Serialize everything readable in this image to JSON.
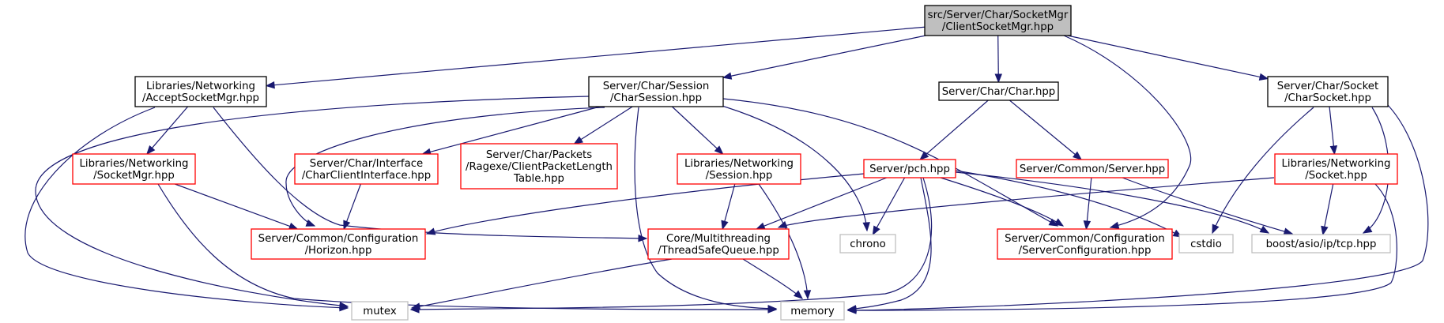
{
  "diagram": {
    "colors": {
      "edge": "#191970",
      "root_fill": "#bfbfbf",
      "root_border": "#000000",
      "doc_border": "#000000",
      "nodoc_border": "#ff0000",
      "external_border": "#bfbfbf",
      "text": "#000000"
    },
    "nodes": [
      {
        "id": "root",
        "kind": "root",
        "lines": [
          "src/Server/Char/SocketMgr",
          "/ClientSocketMgr.hpp"
        ]
      },
      {
        "id": "asm",
        "kind": "doc",
        "lines": [
          "Libraries/Networking",
          "/AcceptSocketMgr.hpp"
        ]
      },
      {
        "id": "cs",
        "kind": "doc",
        "lines": [
          "Server/Char/Session",
          "/CharSession.hpp"
        ]
      },
      {
        "id": "char",
        "kind": "doc",
        "lines": [
          "Server/Char/Char.hpp"
        ]
      },
      {
        "id": "csock",
        "kind": "doc",
        "lines": [
          "Server/Char/Socket",
          "/CharSocket.hpp"
        ]
      },
      {
        "id": "sm",
        "kind": "nodoc",
        "lines": [
          "Libraries/Networking",
          "/SocketMgr.hpp"
        ]
      },
      {
        "id": "cci",
        "kind": "nodoc",
        "lines": [
          "Server/Char/Interface",
          "/CharClientInterface.hpp"
        ]
      },
      {
        "id": "cplt",
        "kind": "nodoc",
        "lines": [
          "Server/Char/Packets",
          "/Ragexe/ClientPacketLength",
          "Table.hpp"
        ]
      },
      {
        "id": "ses",
        "kind": "nodoc",
        "lines": [
          "Libraries/Networking",
          "/Session.hpp"
        ]
      },
      {
        "id": "pch",
        "kind": "nodoc",
        "lines": [
          "Server/pch.hpp"
        ]
      },
      {
        "id": "srv",
        "kind": "nodoc",
        "lines": [
          "Server/Common/Server.hpp"
        ]
      },
      {
        "id": "sock",
        "kind": "nodoc",
        "lines": [
          "Libraries/Networking",
          "/Socket.hpp"
        ]
      },
      {
        "id": "hor",
        "kind": "nodoc",
        "lines": [
          "Server/Common/Configuration",
          "/Horizon.hpp"
        ]
      },
      {
        "id": "tsq",
        "kind": "nodoc",
        "lines": [
          "Core/Multithreading",
          "/ThreadSafeQueue.hpp"
        ]
      },
      {
        "id": "chrono",
        "kind": "external",
        "lines": [
          "chrono"
        ]
      },
      {
        "id": "scfg",
        "kind": "nodoc",
        "lines": [
          "Server/Common/Configuration",
          "/ServerConfiguration.hpp"
        ]
      },
      {
        "id": "cstdio",
        "kind": "external",
        "lines": [
          "cstdio"
        ]
      },
      {
        "id": "tcp",
        "kind": "external",
        "lines": [
          "boost/asio/ip/tcp.hpp"
        ]
      },
      {
        "id": "mutex",
        "kind": "external",
        "lines": [
          "mutex"
        ]
      },
      {
        "id": "memory",
        "kind": "external",
        "lines": [
          "memory"
        ]
      }
    ],
    "edges": [
      [
        "root",
        "asm"
      ],
      [
        "root",
        "cs"
      ],
      [
        "root",
        "char"
      ],
      [
        "root",
        "csock"
      ],
      [
        "root",
        "scfg"
      ],
      [
        "asm",
        "sm"
      ],
      [
        "asm",
        "tsq"
      ],
      [
        "asm",
        "mutex"
      ],
      [
        "cs",
        "cci"
      ],
      [
        "cs",
        "cplt"
      ],
      [
        "cs",
        "ses"
      ],
      [
        "cs",
        "hor"
      ],
      [
        "cs",
        "chrono"
      ],
      [
        "cs",
        "scfg"
      ],
      [
        "cs",
        "mutex"
      ],
      [
        "cs",
        "memory"
      ],
      [
        "char",
        "pch"
      ],
      [
        "char",
        "srv"
      ],
      [
        "csock",
        "sock"
      ],
      [
        "csock",
        "cstdio"
      ],
      [
        "csock",
        "tcp"
      ],
      [
        "csock",
        "memory"
      ],
      [
        "sm",
        "hor"
      ],
      [
        "sm",
        "memory"
      ],
      [
        "cci",
        "hor"
      ],
      [
        "ses",
        "tsq"
      ],
      [
        "ses",
        "memory"
      ],
      [
        "pch",
        "hor"
      ],
      [
        "pch",
        "tsq"
      ],
      [
        "pch",
        "chrono"
      ],
      [
        "pch",
        "scfg"
      ],
      [
        "pch",
        "cstdio"
      ],
      [
        "pch",
        "tcp"
      ],
      [
        "pch",
        "mutex"
      ],
      [
        "pch",
        "memory"
      ],
      [
        "srv",
        "scfg"
      ],
      [
        "srv",
        "tcp"
      ],
      [
        "sock",
        "tsq"
      ],
      [
        "sock",
        "tcp"
      ],
      [
        "sock",
        "memory"
      ],
      [
        "tsq",
        "mutex"
      ],
      [
        "tsq",
        "memory"
      ]
    ]
  }
}
